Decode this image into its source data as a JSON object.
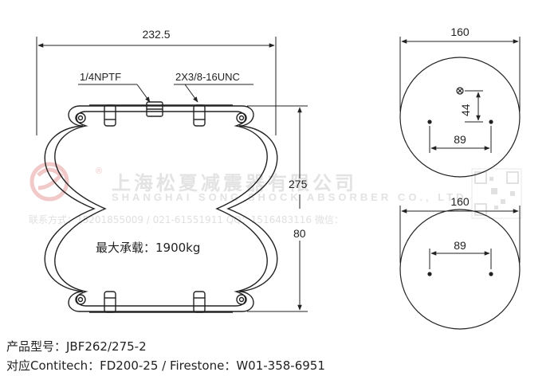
{
  "left_view": {
    "overall_width": "232.5",
    "port_label": "1/4NPTF",
    "bolt_label": "2X3/8-16UNC",
    "height_max": "275",
    "height_min": "80",
    "load_label": "最大承载：1900kg"
  },
  "top_plate": {
    "diameter": "160",
    "offset_vertical": "44",
    "hole_spacing": "89"
  },
  "bottom_plate": {
    "diameter": "160",
    "hole_spacing": "89"
  },
  "watermark": {
    "company_cn": "上海松夏减震器有限公司",
    "company_en": "SHANGHAI SONG SHOCK ABSORBER CO., LTD",
    "contact": "联系方式：15201855009 / 021-61551911  QQ：1516483116  微信："
  },
  "product_info": {
    "model_line": "产品型号：JBF262/275-2",
    "equivalent_line": "对应Contitech：FD200-25 / Firestone：W01-358-6951"
  },
  "colors": {
    "outline": "#222222",
    "watermark": "#e3e3e3",
    "logo_red": "#f2c9c9"
  }
}
